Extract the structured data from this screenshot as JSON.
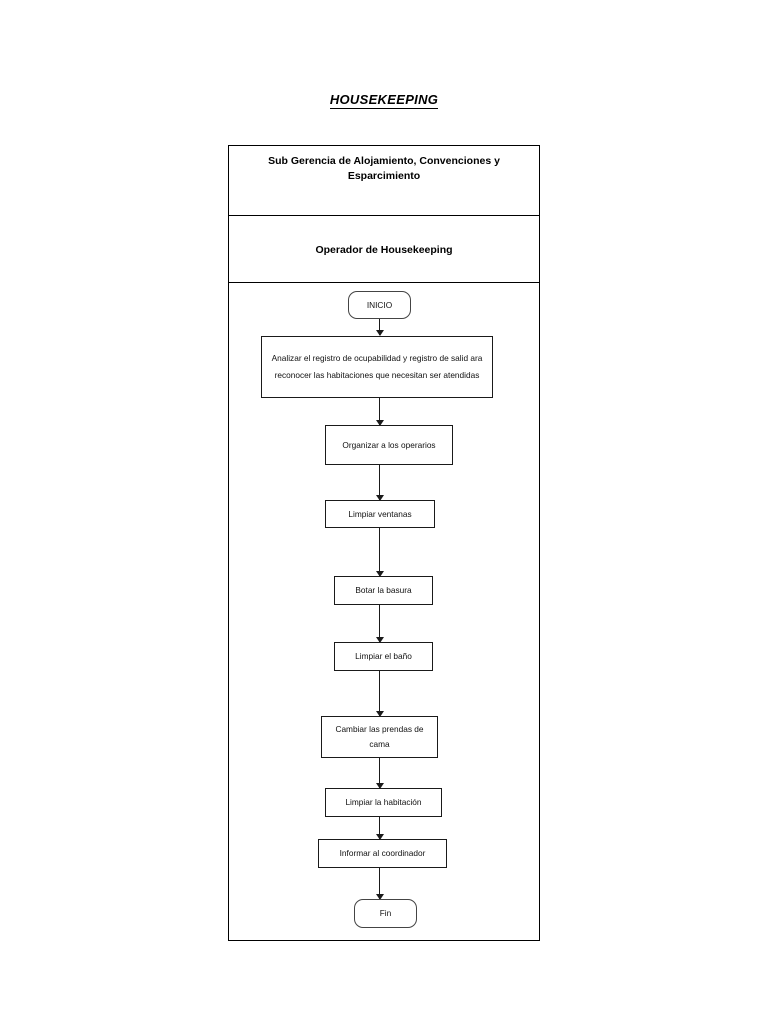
{
  "document": {
    "title": "HOUSEKEEPING"
  },
  "diagram": {
    "type": "flowchart",
    "lanes": [
      {
        "label": "Sub Gerencia de Alojamiento, Convenciones y Esparcimiento"
      },
      {
        "label": "Operador de Housekeeping"
      }
    ],
    "nodes": [
      {
        "id": "inicio",
        "label": "INICIO",
        "shape": "terminator"
      },
      {
        "id": "analizar",
        "label": "Analizar el registro de ocupabilidad y registro de salid ara reconocer las habitaciones que necesitan ser atendidas",
        "shape": "process"
      },
      {
        "id": "organizar",
        "label": "Organizar a los operarios",
        "shape": "process"
      },
      {
        "id": "ventanas",
        "label": "Limpiar ventanas",
        "shape": "process"
      },
      {
        "id": "basura",
        "label": "Botar la basura",
        "shape": "process"
      },
      {
        "id": "bano",
        "label": "Limpiar el baño",
        "shape": "process"
      },
      {
        "id": "prendas",
        "label": "Cambiar las prendas de cama",
        "shape": "process"
      },
      {
        "id": "habitacion",
        "label": "Limpiar la habitación",
        "shape": "process"
      },
      {
        "id": "informar",
        "label": "Informar al coordinador",
        "shape": "process"
      },
      {
        "id": "fin",
        "label": "Fin",
        "shape": "terminator"
      }
    ],
    "colors": {
      "stroke": "#1a1a1a",
      "background": "#ffffff",
      "text": "#111111"
    }
  }
}
